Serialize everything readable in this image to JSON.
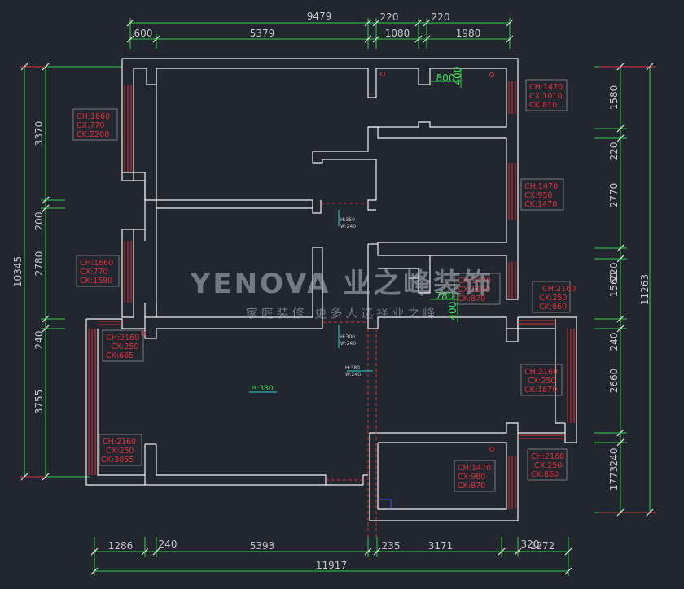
{
  "top_dims": {
    "total": "9479",
    "seg_600": "600",
    "seg_5379": "5379",
    "seg_220a": "220",
    "seg_1080": "1080",
    "seg_220b": "220",
    "seg_1980": "1980"
  },
  "bottom_dims": {
    "seg_1286": "1286",
    "seg_240": "240",
    "seg_5393": "5393",
    "seg_235": "235",
    "seg_3171": "3171",
    "seg_320": "320",
    "seg_1272": "1272",
    "total": "11917"
  },
  "left_dims": {
    "total": "10345",
    "seg_3370": "3370",
    "seg_200": "200",
    "seg_2780": "2780",
    "seg_240": "240",
    "seg_3755": "3755"
  },
  "right_dims": {
    "total": "11263",
    "seg_1580": "1580",
    "seg_220a": "220",
    "seg_2770": "2770",
    "seg_1560": "1560",
    "seg_220b": "220",
    "seg_240": "240",
    "seg_2660": "2660",
    "seg_240b": "240",
    "seg_1773": "1773"
  },
  "green_dims": {
    "d800": "800",
    "d400a": "400",
    "d780": "780",
    "d400b": "400",
    "h380": "H:380"
  },
  "openings": {
    "o1": {
      "h": "H:350",
      "w": "W:240"
    },
    "o2": {
      "h": "H:300",
      "w": "W:240"
    },
    "o3": {
      "h": "H:380",
      "w": "W:240"
    }
  },
  "windows": {
    "w1": {
      "ch": "CH:1660",
      "cx": "CX:770",
      "ck": "CK:2200"
    },
    "w2": {
      "ch": "CH:1660",
      "cx": "CX:770",
      "ck": "CK:1580"
    },
    "w3": {
      "ch": "CH:2160",
      "cx": "CX:250",
      "ck": "CK:665"
    },
    "w4": {
      "ch": "CH:2160",
      "cx": "CX:250",
      "ck": "CK:3055"
    },
    "w5": {
      "ch": "CH:1470",
      "cx": "CX:1010",
      "ck": "CK:810"
    },
    "w6": {
      "ch": "CH:1470",
      "cx": "CX:950",
      "ck": "CK:1470"
    },
    "w7": {
      "ch": "CH:1470",
      "cx": "CX:1600",
      "ck": "CK:870"
    },
    "w8": {
      "ch": "CH:2160",
      "cx": "CX:250",
      "ck": "CK:860"
    },
    "w9": {
      "ch": "CH:2160",
      "cx": "CX:250",
      "ck": "CK:1870"
    },
    "w10": {
      "ch": "CH:2160",
      "cx": "CX:250",
      "ck": "CK:860"
    },
    "w11": {
      "ch": "CH:1470",
      "cx": "CX:980",
      "ck": "CK:870"
    }
  },
  "watermark": {
    "brand": "YENOVA 业之峰装饰",
    "slogan": "家庭装修  更多人选择业之峰"
  }
}
